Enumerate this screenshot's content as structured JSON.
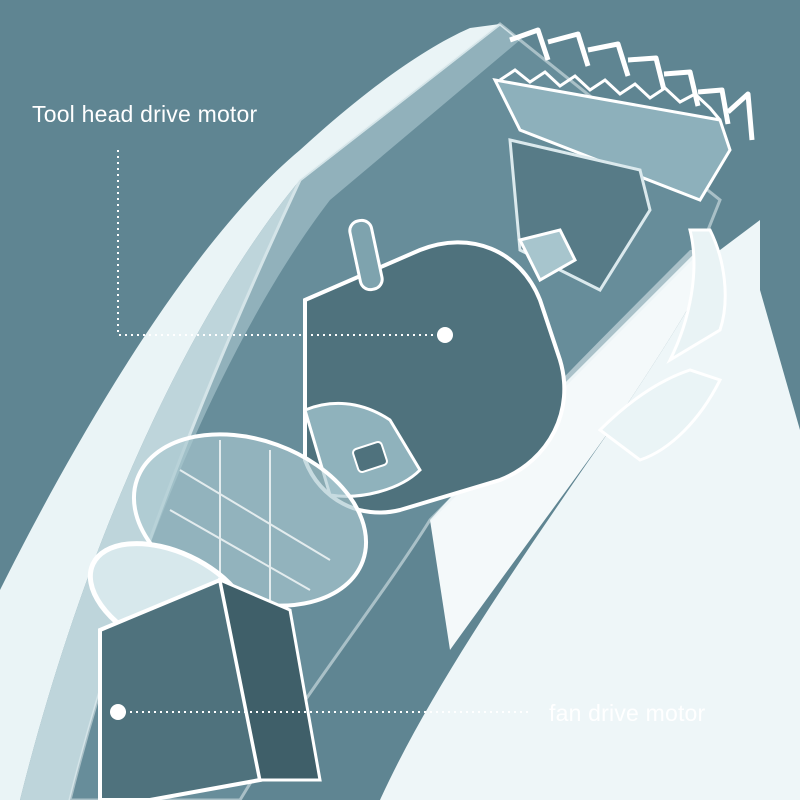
{
  "colors": {
    "background": "#5f8592",
    "shell": "#e9f3f5",
    "shell_shadow": "#bcd3d9",
    "outline": "#ffffff",
    "motor_body": "#4f727d",
    "inner_dark": "#3f5f69",
    "leader_line": "#ffffff"
  },
  "callouts": {
    "tool_head_motor": {
      "label": "Tool head drive motor",
      "icon": "callout-dot"
    },
    "fan_motor": {
      "label": "fan drive motor",
      "icon": "callout-dot"
    }
  }
}
